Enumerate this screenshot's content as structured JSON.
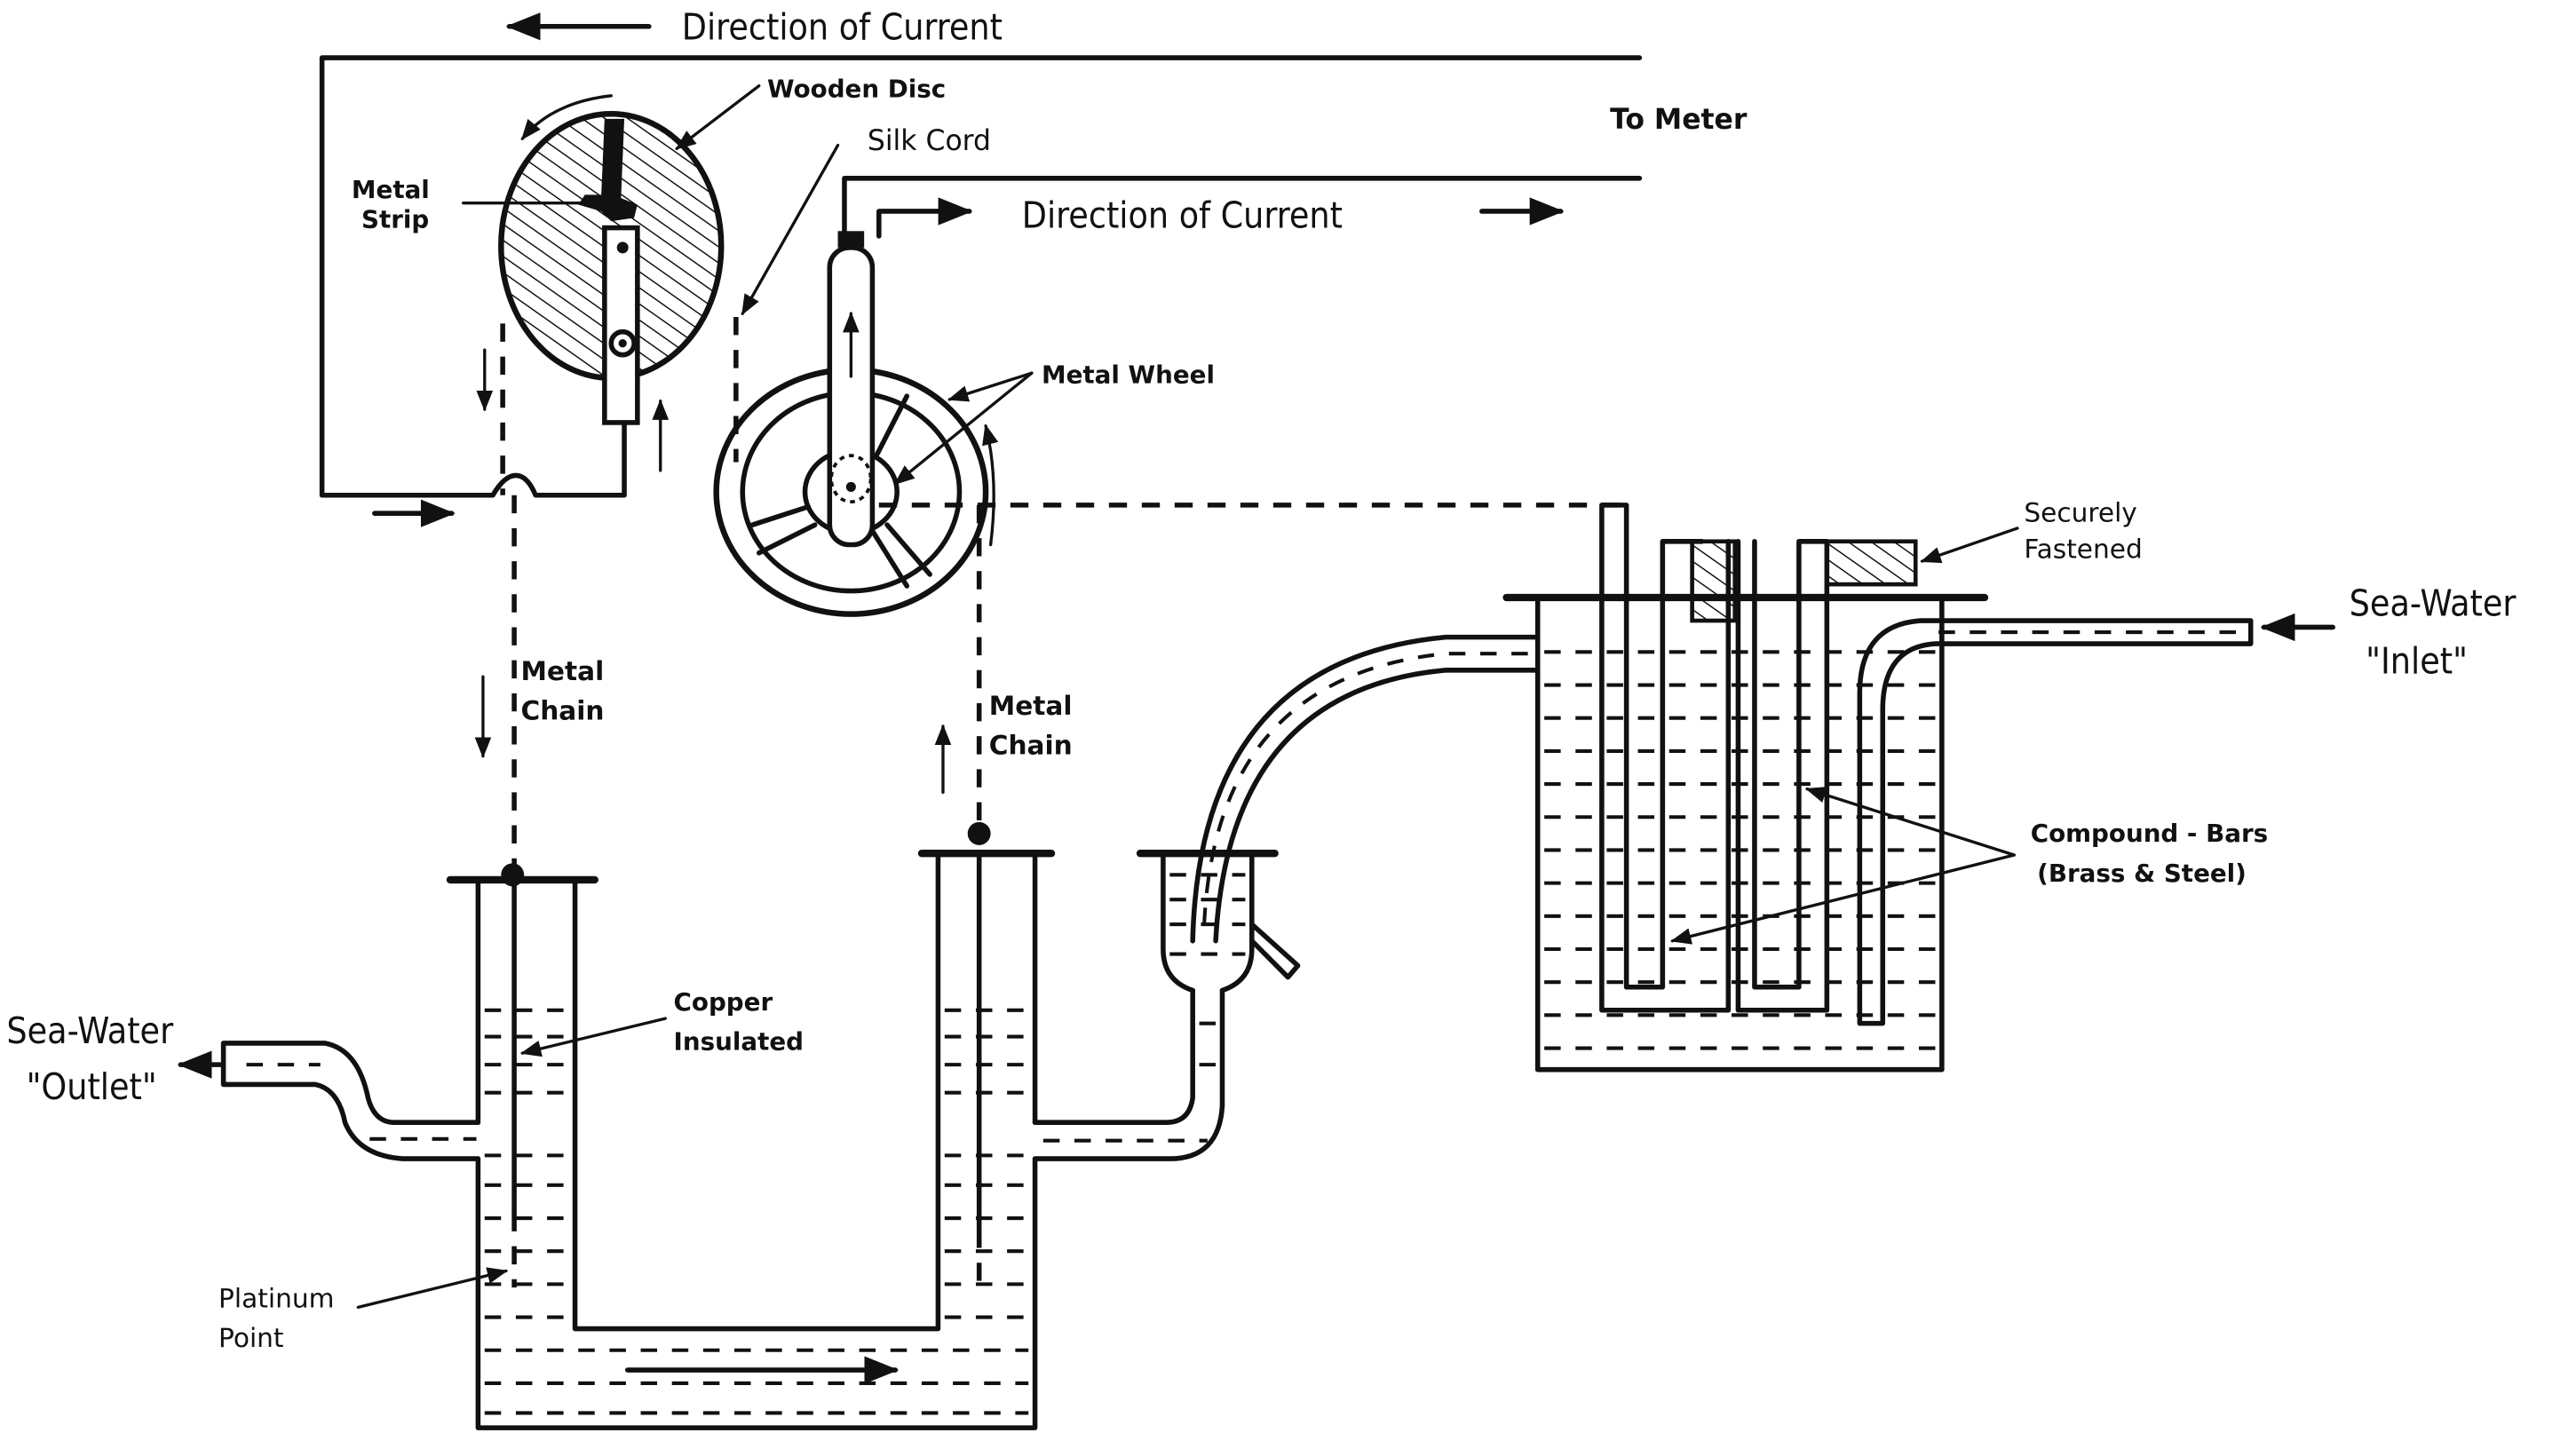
{
  "figure": {
    "type": "schematic",
    "subject": "Sea-water temperature measuring apparatus with compound bars, wheel and chain contact"
  },
  "labels": {
    "direction_current_top": "Direction of Current",
    "direction_current_mid": "Direction of Current",
    "to_meter": "To Meter",
    "wooden_disc": "Wooden Disc",
    "silk_cord": "Silk Cord",
    "metal_strip_line1": "Metal",
    "metal_strip_line2": "Strip",
    "metal_wheel": "Metal Wheel",
    "metal_chain_left_line1": "Metal",
    "metal_chain_left_line2": "Chain",
    "metal_chain_right_line1": "Metal",
    "metal_chain_right_line2": "Chain",
    "securely_fastened_line1": "Securely",
    "securely_fastened_line2": "Fastened",
    "inlet_line1": "Sea-Water",
    "inlet_line2": "\"Inlet\"",
    "outlet_line1": "Sea-Water",
    "outlet_line2": "\"Outlet\"",
    "copper_line1": "Copper",
    "copper_line2": "Insulated",
    "compound_line1": "Compound - Bars",
    "compound_line2": "(Brass & Steel)",
    "platinum_line1": "Platinum",
    "platinum_line2": "Point"
  },
  "arrows": {
    "top_current": "left",
    "mid_current": "right",
    "left_chain": "down",
    "right_chain": "up",
    "bottom_flow": "right",
    "inlet_flow": "left",
    "outlet_flow": "left"
  }
}
